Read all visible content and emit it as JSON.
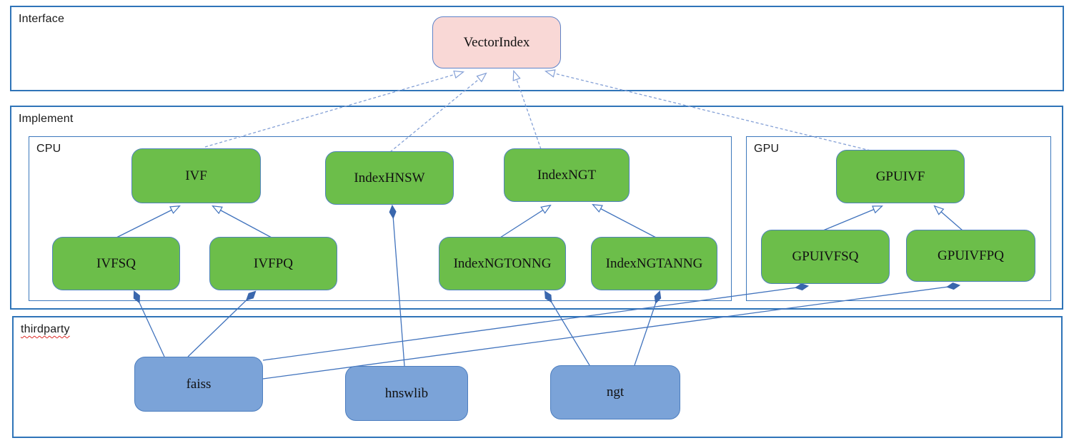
{
  "sections": {
    "interface": {
      "label": "Interface"
    },
    "implement": {
      "label": "Implement"
    },
    "cpu": {
      "label": "CPU"
    },
    "gpu": {
      "label": "GPU"
    },
    "thirdparty": {
      "label": "thirdparty"
    }
  },
  "nodes": {
    "vectorindex": {
      "label": "VectorIndex"
    },
    "ivf": {
      "label": "IVF"
    },
    "indexhnsw": {
      "label": "IndexHNSW"
    },
    "indexngt": {
      "label": "IndexNGT"
    },
    "gpuivf": {
      "label": "GPUIVF"
    },
    "ivfsq": {
      "label": "IVFSQ"
    },
    "ivfpq": {
      "label": "IVFPQ"
    },
    "indexngtonng": {
      "label": "IndexNGTONNG"
    },
    "indexngtanng": {
      "label": "IndexNGTANNG"
    },
    "gpuivfsq": {
      "label": "GPUIVFSQ"
    },
    "gpuivfpq": {
      "label": "GPUIVFPQ"
    },
    "faiss": {
      "label": "faiss"
    },
    "hnswlib": {
      "label": "hnswlib"
    },
    "ngt": {
      "label": "ngt"
    }
  },
  "relationships": [
    {
      "from": "IVF",
      "to": "VectorIndex",
      "type": "realization"
    },
    {
      "from": "IndexHNSW",
      "to": "VectorIndex",
      "type": "realization"
    },
    {
      "from": "IndexNGT",
      "to": "VectorIndex",
      "type": "realization"
    },
    {
      "from": "GPUIVF",
      "to": "VectorIndex",
      "type": "realization"
    },
    {
      "from": "IVFSQ",
      "to": "IVF",
      "type": "generalization"
    },
    {
      "from": "IVFPQ",
      "to": "IVF",
      "type": "generalization"
    },
    {
      "from": "IndexNGTONNG",
      "to": "IndexNGT",
      "type": "generalization"
    },
    {
      "from": "IndexNGTANNG",
      "to": "IndexNGT",
      "type": "generalization"
    },
    {
      "from": "GPUIVFSQ",
      "to": "GPUIVF",
      "type": "generalization"
    },
    {
      "from": "GPUIVFPQ",
      "to": "GPUIVF",
      "type": "generalization"
    },
    {
      "from": "IndexHNSW",
      "to": "hnswlib",
      "type": "composition"
    },
    {
      "from": "IVFSQ",
      "to": "faiss",
      "type": "composition"
    },
    {
      "from": "IVFPQ",
      "to": "faiss",
      "type": "composition"
    },
    {
      "from": "IndexNGTONNG",
      "to": "ngt",
      "type": "composition"
    },
    {
      "from": "IndexNGTANNG",
      "to": "ngt",
      "type": "composition"
    },
    {
      "from": "GPUIVFSQ",
      "to": "faiss",
      "type": "composition"
    },
    {
      "from": "GPUIVFPQ",
      "to": "faiss",
      "type": "composition"
    }
  ],
  "colors": {
    "node_green": "#6cbe4a",
    "node_blue": "#7ba3d8",
    "node_pink": "#f9d8d6",
    "container_border": "#2f74b8",
    "edge_solid": "#4173bd",
    "edge_dashed": "#84a0d6",
    "diamond_fill": "#3a67ad",
    "spellcheck_underline": "#df2a26"
  }
}
